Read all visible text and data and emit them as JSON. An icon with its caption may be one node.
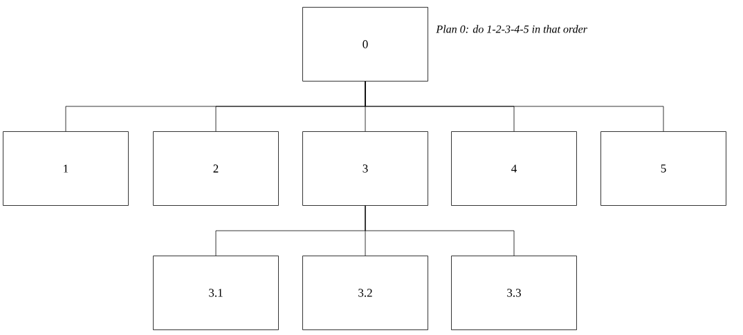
{
  "diagram": {
    "nodes": [
      {
        "text": [
          "0"
        ],
        "beside": [
          "Plan 0: do 1-2-3-4-5 in that order"
        ]
      },
      {
        "text": [
          "1"
        ]
      },
      {
        "text": [
          "2"
        ]
      },
      {
        "text": [
          "3"
        ]
      },
      {
        "text": [
          "4"
        ]
      },
      {
        "text": [
          "5"
        ]
      },
      {
        "text": [
          "3.1"
        ]
      },
      {
        "text": [
          "3.2"
        ]
      },
      {
        "text": [
          "3.3"
        ]
      }
    ],
    "edges": [
      {
        "from": 0,
        "to": 1,
        "arrow": "none"
      },
      {
        "from": 0,
        "to": 2,
        "arrow": "none"
      },
      {
        "from": 0,
        "to": 3,
        "arrow": "none"
      },
      {
        "from": 0,
        "to": 4,
        "arrow": "none"
      },
      {
        "from": 0,
        "to": 5,
        "arrow": "none"
      },
      {
        "from": 3,
        "to": 6,
        "arrow": "none"
      },
      {
        "from": 3,
        "to": 7,
        "arrow": "none"
      },
      {
        "from": 3,
        "to": 8,
        "arrow": "none"
      }
    ]
  }
}
